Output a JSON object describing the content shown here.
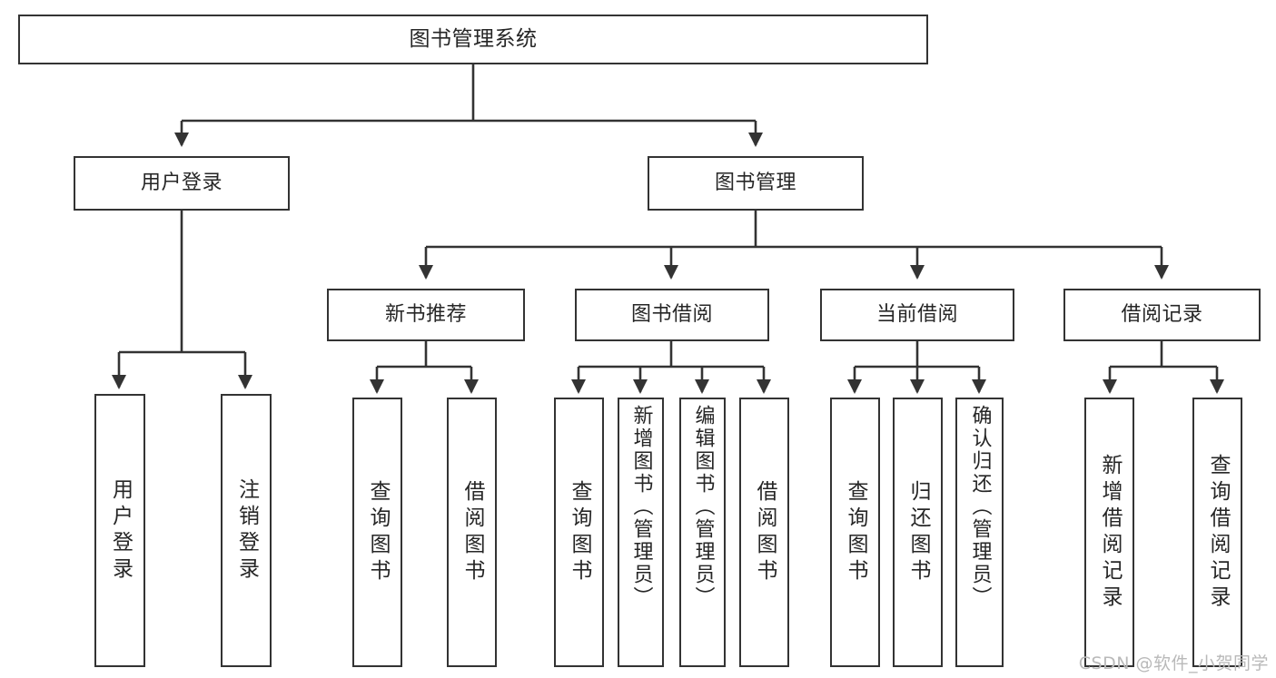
{
  "diagram": {
    "title": "图书管理系统",
    "watermark": "CSDN @软件_小贺同学",
    "stroke_color": "#333333",
    "text_color": "#262626",
    "background_color": "#ffffff",
    "watermark_color": "#b9b9b9",
    "nodes": {
      "root": "图书管理系统",
      "level1": {
        "user_login": "用户登录",
        "book_manage": "图书管理"
      },
      "level2": {
        "new_book_rec": "新书推荐",
        "book_borrow": "图书借阅",
        "current_borrow": "当前借阅",
        "borrow_record": "借阅记录"
      },
      "leaves": {
        "user_login_children": [
          "用户登录",
          "注销登录"
        ],
        "new_book_rec_children": [
          "查询图书",
          "借阅图书"
        ],
        "book_borrow_children": [
          "查询图书",
          "新增图书（管理员）",
          "编辑图书（管理员）",
          "借阅图书"
        ],
        "current_borrow_children": [
          "查询图书",
          "归还图书",
          "确认归还（管理员）"
        ],
        "borrow_record_children": [
          "新增借阅记录",
          "查询借阅记录"
        ]
      }
    }
  }
}
